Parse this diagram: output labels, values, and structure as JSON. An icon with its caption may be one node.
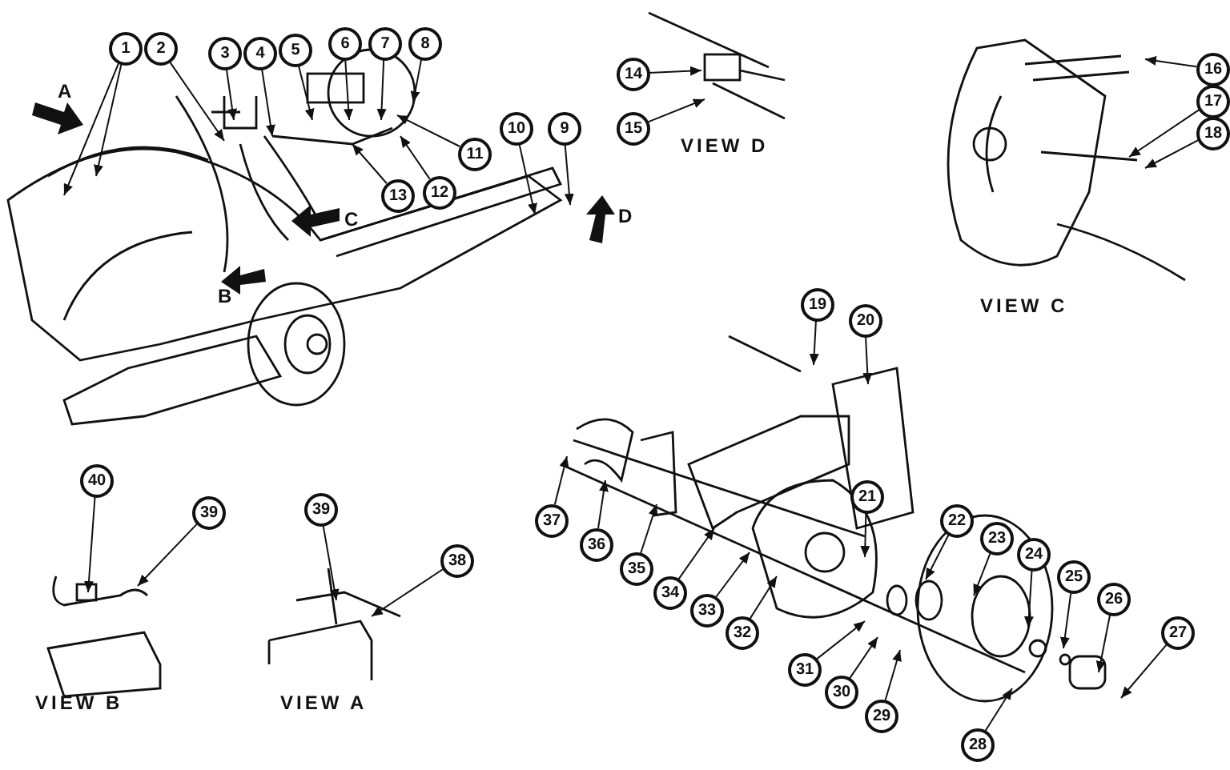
{
  "diagram": {
    "nodes": [
      {
        "text": [
          "1"
        ]
      },
      {
        "text": [
          "2"
        ]
      },
      {
        "text": [
          "3"
        ]
      },
      {
        "text": [
          "4"
        ]
      },
      {
        "text": [
          "5"
        ]
      },
      {
        "text": [
          "6"
        ]
      },
      {
        "text": [
          "7"
        ]
      },
      {
        "text": [
          "8"
        ]
      },
      {
        "text": [
          "9"
        ]
      },
      {
        "text": [
          "10"
        ]
      },
      {
        "text": [
          "11"
        ]
      },
      {
        "text": [
          "12"
        ]
      },
      {
        "text": [
          "13"
        ]
      },
      {
        "text": [
          "14"
        ]
      },
      {
        "text": [
          "15"
        ]
      },
      {
        "text": [
          "16"
        ]
      },
      {
        "text": [
          "17"
        ]
      },
      {
        "text": [
          "18"
        ]
      },
      {
        "text": [
          "19"
        ]
      },
      {
        "text": [
          "20"
        ]
      },
      {
        "text": [
          "21"
        ]
      },
      {
        "text": [
          "22"
        ]
      },
      {
        "text": [
          "23"
        ]
      },
      {
        "text": [
          "24"
        ]
      },
      {
        "text": [
          "25"
        ]
      },
      {
        "text": [
          "26"
        ]
      },
      {
        "text": [
          "27"
        ]
      },
      {
        "text": [
          "28"
        ]
      },
      {
        "text": [
          "29"
        ]
      },
      {
        "text": [
          "30"
        ]
      },
      {
        "text": [
          "31"
        ]
      },
      {
        "text": [
          "32"
        ]
      },
      {
        "text": [
          "33"
        ]
      },
      {
        "text": [
          "34"
        ]
      },
      {
        "text": [
          "35"
        ]
      },
      {
        "text": [
          "36"
        ]
      },
      {
        "text": [
          "37"
        ]
      },
      {
        "text": [
          "40"
        ]
      },
      {
        "text": [
          "39"
        ]
      },
      {
        "text": [
          "39"
        ]
      },
      {
        "text": [
          "38"
        ]
      }
    ],
    "edges": [
      {
        "from": 0,
        "to": null,
        "arrow": "to"
      },
      {
        "from": 0,
        "to": null,
        "arrow": "to"
      },
      {
        "from": 1,
        "to": null,
        "arrow": "to"
      },
      {
        "from": 2,
        "to": null,
        "arrow": "to"
      },
      {
        "from": 3,
        "to": null,
        "arrow": "to"
      },
      {
        "from": 4,
        "to": null,
        "arrow": "to"
      },
      {
        "from": 5,
        "to": null,
        "arrow": "to"
      },
      {
        "from": 6,
        "to": null,
        "arrow": "to"
      },
      {
        "from": 7,
        "to": null,
        "arrow": "to"
      },
      {
        "from": 8,
        "to": null,
        "arrow": "to"
      },
      {
        "from": 9,
        "to": null,
        "arrow": "to"
      },
      {
        "from": 10,
        "to": null,
        "arrow": "to"
      },
      {
        "from": 11,
        "to": null,
        "arrow": "to"
      },
      {
        "from": 12,
        "to": null,
        "arrow": "to"
      },
      {
        "from": 13,
        "to": null,
        "arrow": "to"
      },
      {
        "from": 14,
        "to": null,
        "arrow": "to"
      },
      {
        "from": 15,
        "to": null,
        "arrow": "to"
      },
      {
        "from": 16,
        "to": null,
        "arrow": "to"
      },
      {
        "from": 17,
        "to": null,
        "arrow": "to"
      },
      {
        "from": 18,
        "to": null,
        "arrow": "to"
      },
      {
        "from": 19,
        "to": null,
        "arrow": "to"
      },
      {
        "from": 20,
        "to": null,
        "arrow": "to"
      },
      {
        "from": 21,
        "to": null,
        "arrow": "to"
      },
      {
        "from": 22,
        "to": null,
        "arrow": "to"
      },
      {
        "from": 23,
        "to": null,
        "arrow": "to"
      },
      {
        "from": 24,
        "to": null,
        "arrow": "to"
      },
      {
        "from": 25,
        "to": null,
        "arrow": "to"
      },
      {
        "from": 26,
        "to": null,
        "arrow": "to"
      },
      {
        "from": 27,
        "to": null,
        "arrow": "to"
      },
      {
        "from": 28,
        "to": null,
        "arrow": "to"
      },
      {
        "from": 29,
        "to": null,
        "arrow": "to"
      },
      {
        "from": 30,
        "to": null,
        "arrow": "to"
      },
      {
        "from": 31,
        "to": null,
        "arrow": "to"
      },
      {
        "from": 32,
        "to": null,
        "arrow": "to"
      },
      {
        "from": 33,
        "to": null,
        "arrow": "to"
      },
      {
        "from": 34,
        "to": null,
        "arrow": "to"
      },
      {
        "from": 35,
        "to": null,
        "arrow": "to"
      },
      {
        "from": 36,
        "to": null,
        "arrow": "to"
      },
      {
        "from": 37,
        "to": null,
        "arrow": "to"
      },
      {
        "from": 38,
        "to": null,
        "arrow": "to"
      },
      {
        "from": 39,
        "to": null,
        "arrow": "to"
      },
      {
        "from": 40,
        "to": null,
        "arrow": "to"
      }
    ],
    "labels": [
      "A",
      "VIEW D",
      "C",
      "D",
      "B",
      "VIEW C",
      "VIEW B",
      "VIEW A"
    ]
  }
}
